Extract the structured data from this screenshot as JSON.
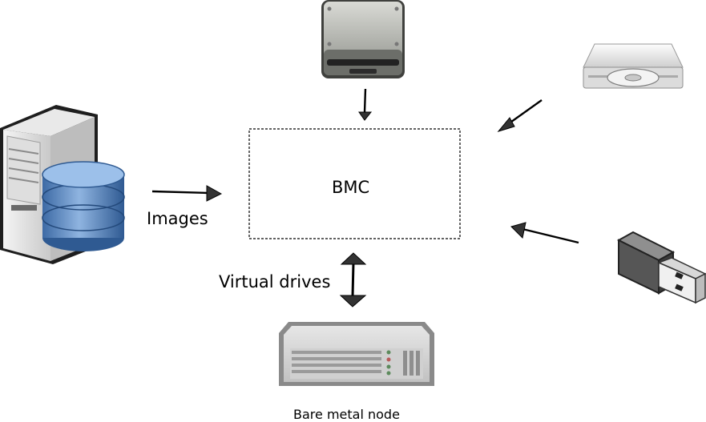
{
  "bmc": {
    "label": "BMC"
  },
  "links": {
    "images_label": "Images",
    "virtual_drives_label": "Virtual drives"
  },
  "node": {
    "label": "Bare metal node"
  },
  "icons": [
    "image-server-icon",
    "hard-disk-icon",
    "optical-drive-icon",
    "usb-stick-icon",
    "bare-metal-server-icon"
  ],
  "colors": {
    "arrow": "#000000",
    "arrowhead": "#333333",
    "database_blue": "#4f7fb8",
    "server_gray": "#9a9a9a"
  }
}
